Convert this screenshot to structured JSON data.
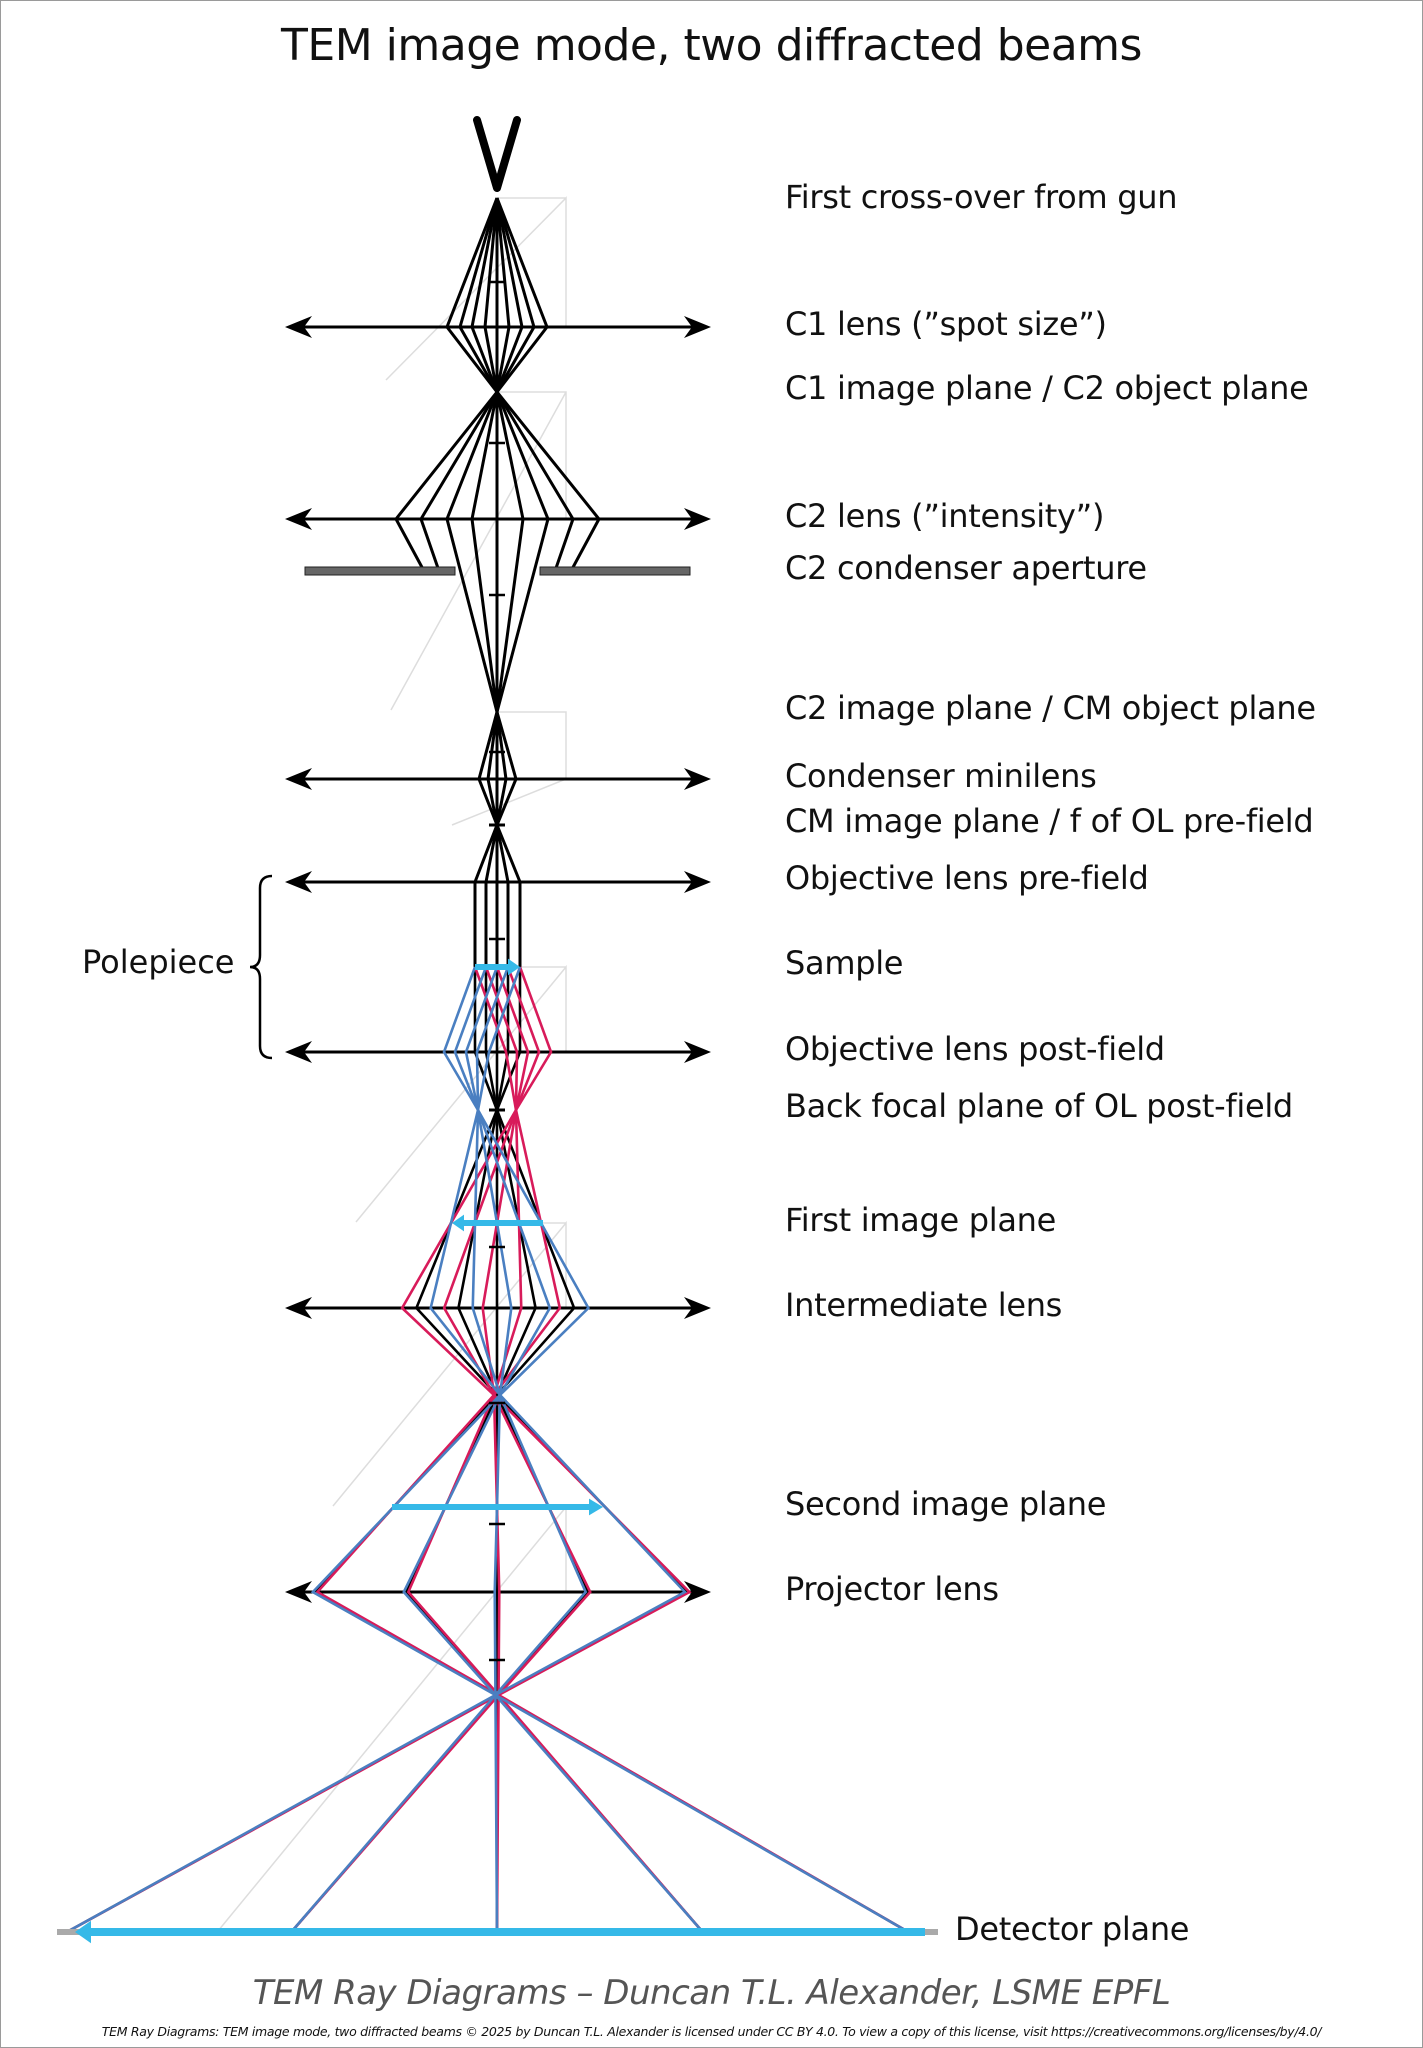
{
  "title": "TEM image mode, two diffracted beams",
  "colors": {
    "transmitted_beam": "#000000",
    "diffracted_beam_left": "#4a7fc1",
    "diffracted_beam_right": "#d81b5a",
    "image_arrow": "#35b9e8",
    "aperture": "#666666",
    "construction_lines": "#dddddd",
    "detector_line": "#aaaaaa"
  },
  "labels": {
    "crossover": "First cross-over from gun",
    "c1_lens": "C1 lens (”spot size”)",
    "c1_image": "C1 image plane / C2 object plane",
    "c2_lens": "C2 lens (”intensity”)",
    "c2_aperture": "C2 condenser aperture",
    "c2_image": "C2 image plane / CM object plane",
    "cm_lens": "Condenser minilens",
    "cm_image": "CM image plane / f of OL pre-field",
    "ol_pre": "Objective lens pre-field",
    "sample": "Sample",
    "ol_post": "Objective lens post-field",
    "bfp": "Back focal plane of OL post-field",
    "first_image": "First image plane",
    "intermediate": "Intermediate lens",
    "second_image": "Second image plane",
    "projector": "Projector lens",
    "detector": "Detector plane"
  },
  "polepiece_label": "Polepiece",
  "credit": "TEM Ray Diagrams – Duncan T.L. Alexander, LSME EPFL",
  "license": "TEM Ray Diagrams: TEM image mode, two diffracted beams © 2025 by Duncan T.L. Alexander is licensed under CC BY 4.0. To view a copy of this license, visit https://creativecommons.org/licenses/by/4.0/",
  "icons": {
    "gun": "electron-gun-v-icon",
    "lens": "double-arrow-lens-icon",
    "image": "image-arrow-icon"
  }
}
